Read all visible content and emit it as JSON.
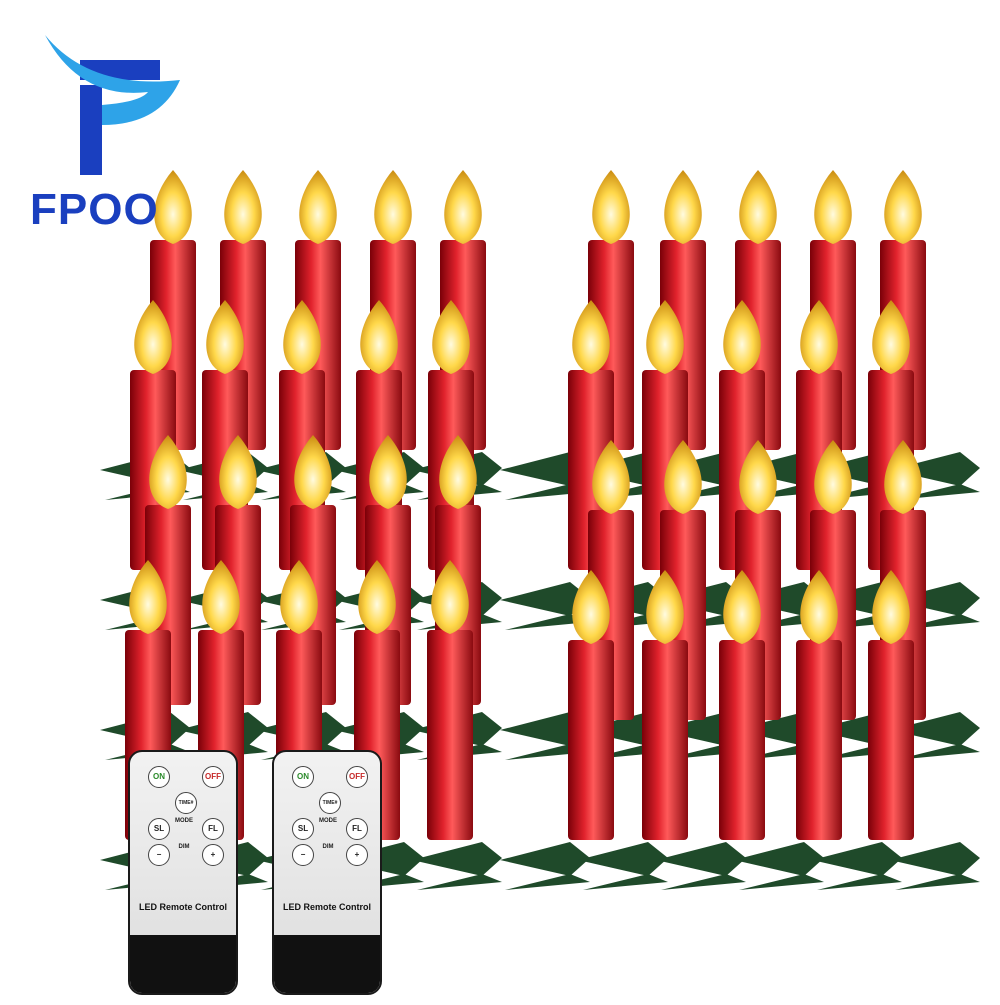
{
  "brand": {
    "logo_text": "FPOO",
    "logo_color": "#1a3fbf",
    "accent_color": "#2ea3e8"
  },
  "remotes": [
    {
      "buttons": {
        "on": "ON",
        "off": "OFF",
        "timer": "TIME#",
        "mode": "MODE",
        "sl": "SL",
        "fl": "FL",
        "dim": "DIM",
        "minus": "−",
        "plus": "+"
      },
      "label": "LED Remote Control"
    },
    {
      "buttons": {
        "on": "ON",
        "off": "OFF",
        "timer": "TIME#",
        "mode": "MODE",
        "sl": "SL",
        "fl": "FL",
        "dim": "DIM",
        "minus": "−",
        "plus": "+"
      },
      "label": "LED Remote Control"
    }
  ],
  "colors": {
    "candle_red": "#c8141e",
    "flame_yellow": "#ffd84a",
    "clip_green": "#1f4a2a"
  }
}
